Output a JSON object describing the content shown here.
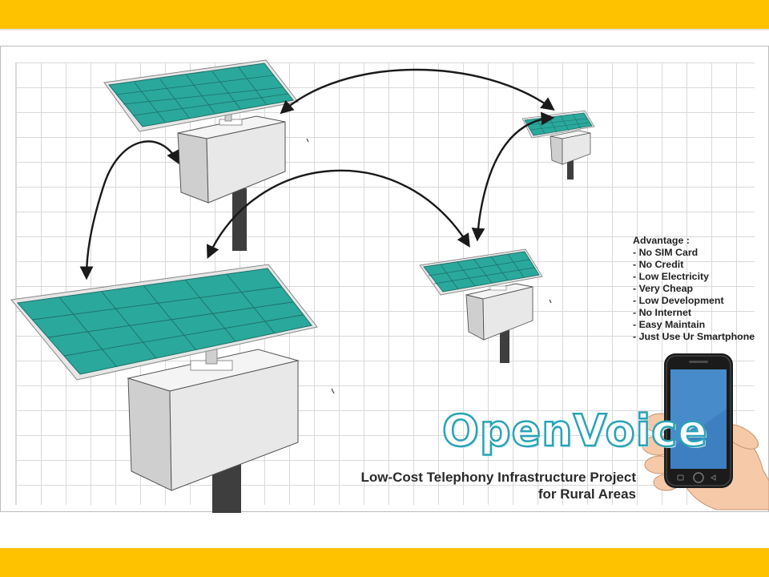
{
  "advantages": {
    "title": "Advantage :",
    "items": [
      "No SIM Card",
      "No Credit",
      "Low Electricity",
      "Very Cheap",
      "Low Development",
      "No Internet",
      "Easy Maintain",
      "Just Use Ur Smartphone"
    ]
  },
  "brand": {
    "name": "OpenVoice",
    "tagline_line1": "Low-Cost Telephony Infrastructure Project",
    "tagline_line2": "for Rural Areas"
  },
  "colors": {
    "accent_bar": "#ffc200",
    "panel_teal": "#2aa89c",
    "logo_teal": "#2aa3b7",
    "phone_screen": "#3d7fc0"
  },
  "icons": [
    "solar-panel-icon",
    "relay-box-icon",
    "smartphone-icon",
    "hand-icon",
    "link-arrow-icon"
  ]
}
